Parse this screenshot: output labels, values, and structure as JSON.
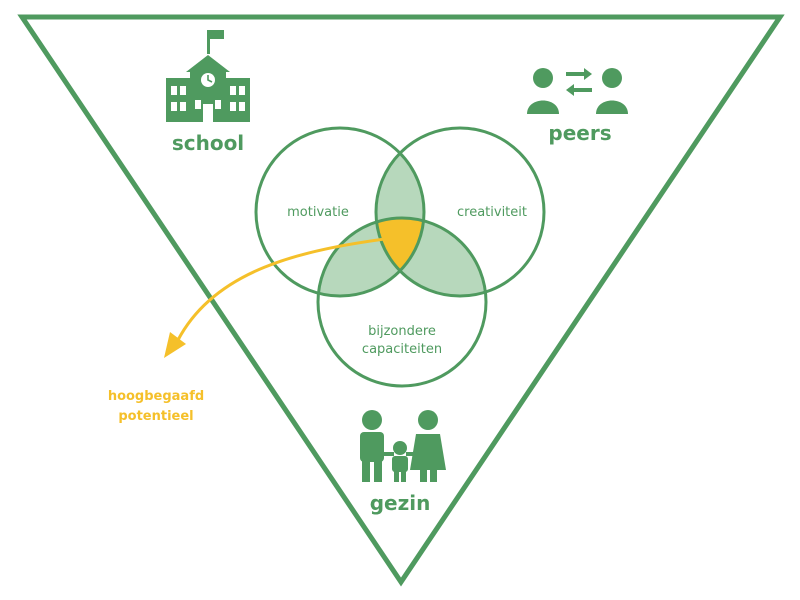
{
  "labels": {
    "school": "school",
    "peers": "peers",
    "gezin": "gezin",
    "motivatie": "motivatie",
    "creativiteit": "creativiteit",
    "bijzondere_1": "bijzondere",
    "bijzondere_2": "capaciteiten",
    "potential_1": "hoogbegaafd",
    "potential_2": "potentieel"
  },
  "colors": {
    "green": "#4f9a5f",
    "green_fill": "#b7d8bc",
    "yellow": "#f5c02a",
    "background": "#ffffff"
  },
  "icons": [
    "school-building-icon",
    "peers-exchange-icon",
    "family-icon",
    "flag-icon",
    "clock-icon"
  ]
}
